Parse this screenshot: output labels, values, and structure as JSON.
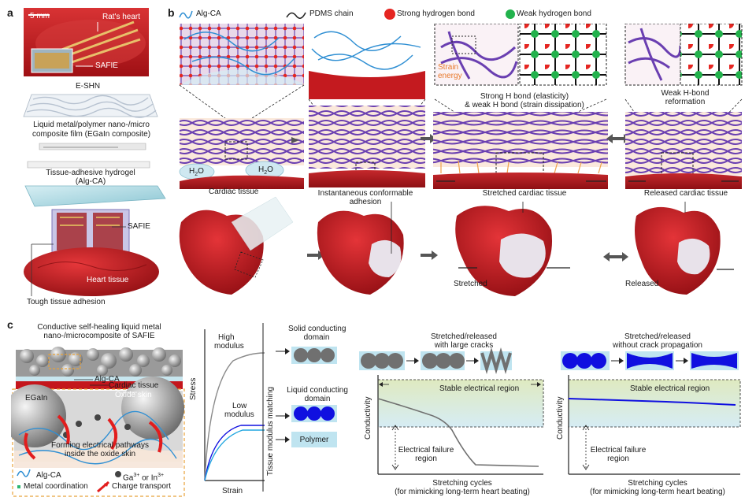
{
  "panel_labels": {
    "a": "a",
    "b": "b",
    "c": "c"
  },
  "panel_a": {
    "scale": "5 mm",
    "rats_heart": "Rat's heart",
    "safie_photo": "SAFIE",
    "eshn": "E-SHN",
    "composite_line1": "Liquid metal/polymer nano-/micro",
    "composite_line2": "composite film (EGaIn composite)",
    "hydrogel_line1": "Tissue-adhesive hydrogel",
    "hydrogel_line2": "(Alg-CA)",
    "safie": "SAFIE",
    "heart_tissue": "Heart tissue",
    "tough_adhesion": "Tough tissue adhesion"
  },
  "panel_b": {
    "legend": {
      "algca": "Alg-CA",
      "pdms": "PDMS chain",
      "strong": "Strong hydrogen bond",
      "weak": "Weak hydrogen bond",
      "strong_color": "#e52521",
      "weak_color": "#22b24c"
    },
    "h2o": "H",
    "h2o_sub": "2",
    "h2o_o": "O",
    "cardiac_tissue": "Cardiac tissue",
    "instant_line1": "Instantaneous conformable",
    "instant_line2": "adhesion",
    "strain_energy_1": "Strain",
    "strain_energy_2": "energy",
    "strong_weak_line1": "Strong H bond (elasticity)",
    "strong_weak_line2": "& weak H bond (strain dissipation)",
    "stretched_tissue": "Stretched cardiac tissue",
    "weak_reform_line1": "Weak H-bond",
    "weak_reform_line2": "reformation",
    "released_tissue": "Released cardiac tissue",
    "stretched": "Stretched",
    "released": "Released"
  },
  "panel_c": {
    "title_line1": "Conductive self-healing liquid metal",
    "title_line2": "nano-/microcomposite of SAFIE",
    "algca": "Alg-CA",
    "cardiac": "Cardiac tissue",
    "egain": "EGaIn",
    "oxide": "Oxide skin",
    "pathways_line1": "Forming electrical pathways",
    "pathways_line2": "inside the oxide skin",
    "legend_algca": "Alg-CA",
    "legend_ion_pre": "Ga",
    "legend_ion_sup1": "3+",
    "legend_ion_mid": " or In",
    "legend_ion_sup2": "3+",
    "legend_metal": "Metal coordination",
    "legend_charge": "Charge transport",
    "stress": "Stress",
    "strain": "Strain",
    "high_modulus_1": "High",
    "high_modulus_2": "modulus",
    "low_modulus_1": "Low",
    "low_modulus_2": "modulus",
    "tissue_matching": "Tissue modulus matching",
    "solid_1": "Solid conducting",
    "solid_2": "domain",
    "liquid_1": "Liquid conducting",
    "liquid_2": "domain",
    "polymer": "Polymer",
    "cracks_title_1": "Stretched/released",
    "cracks_title_2": "with large cracks",
    "nocrack_title_1": "Stretched/released",
    "nocrack_title_2": "without crack propagation",
    "stable": "Stable electrical region",
    "failure_1": "Electrical failure",
    "failure_2": "region",
    "conductivity": "Conductivity",
    "cycles_1": "Stretching cycles",
    "cycles_2": "(for mimicking long-term heart beating)"
  },
  "colors": {
    "heart_red": "#c0171b",
    "pdms_purple": "#6a3fb1",
    "alg_blue": "#2f8fd3",
    "liquid_blue": "#1010e0",
    "stable_green": "#e3ecc8",
    "failure_blue": "#d8ecf4"
  }
}
